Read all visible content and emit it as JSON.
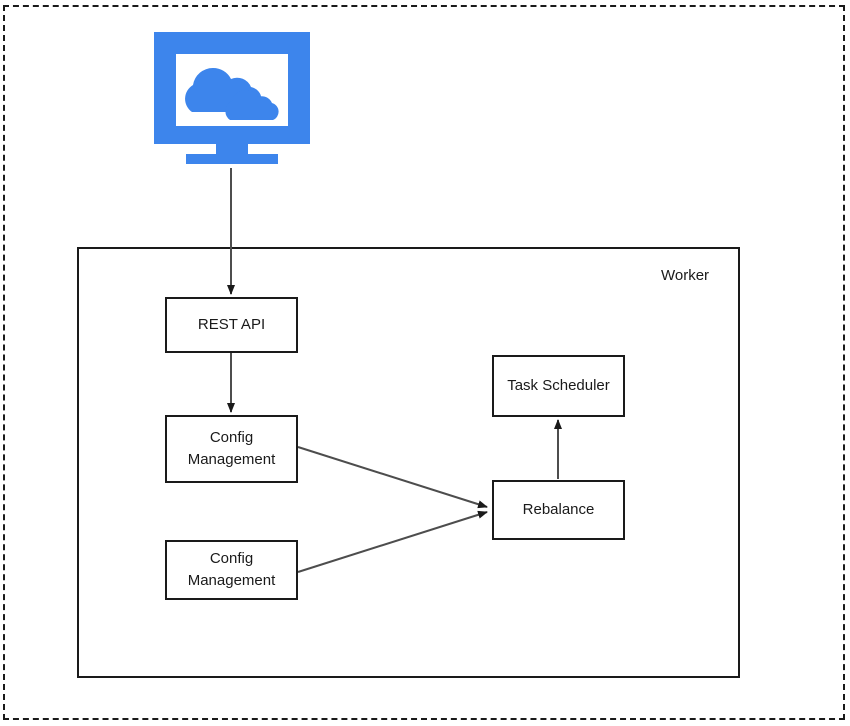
{
  "diagram": {
    "title": "Worker architecture diagram",
    "outer_boundary": {
      "style": "dashed",
      "color": "#1a1a1a"
    },
    "container": {
      "name": "Worker",
      "label": "Worker",
      "style": "solid",
      "color": "#1a1a1a"
    },
    "icons": {
      "cloud_monitor": {
        "name": "cloud-monitor-icon",
        "color": "#3D85EC",
        "description": "Monitor screen displaying two clouds"
      }
    },
    "nodes": [
      {
        "id": "rest-api",
        "label": "REST API"
      },
      {
        "id": "config-1",
        "label": "Config\nManagement"
      },
      {
        "id": "config-2",
        "label": "Config\nManagement"
      },
      {
        "id": "task-scheduler",
        "label": "Task Scheduler"
      },
      {
        "id": "rebalance",
        "label": "Rebalance"
      }
    ],
    "edges": [
      {
        "from": "cloud-monitor",
        "to": "rest-api",
        "direction": "down",
        "arrow": true
      },
      {
        "from": "rest-api",
        "to": "config-1",
        "direction": "down",
        "arrow": true
      },
      {
        "from": "config-1",
        "to": "rebalance",
        "direction": "down-right",
        "arrow": true
      },
      {
        "from": "config-2",
        "to": "rebalance",
        "direction": "up-right",
        "arrow": true
      },
      {
        "from": "rebalance",
        "to": "task-scheduler",
        "direction": "up",
        "arrow": true
      }
    ],
    "colors": {
      "stroke": "#1a1a1a",
      "edge": "#4d4d4d",
      "accent_blue": "#3D85EC",
      "background": "#ffffff"
    }
  }
}
